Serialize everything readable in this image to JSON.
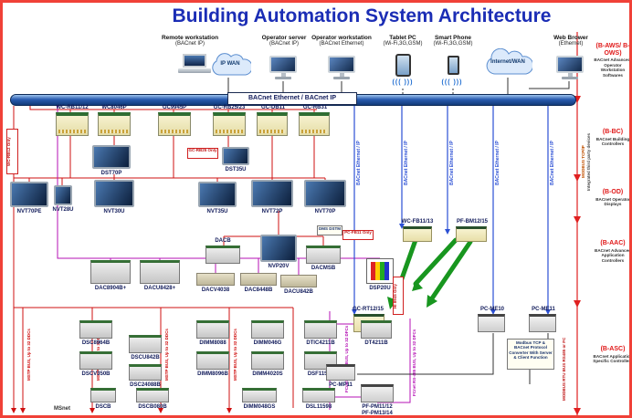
{
  "title": "Building Automation System Architecture",
  "top": {
    "remote_ws": "Remote workstation",
    "remote_ws_sub": "(BACnet IP)",
    "ip_wan": "IP WAN",
    "op_server": "Operator server",
    "op_server_sub": "(BACnet IP)",
    "op_ws": "Operator workstation",
    "op_ws_sub": "(BACnet Ethernet)",
    "tablet": "Tablet PC",
    "tablet_sub": "(Wi-Fi,3G,GSM)",
    "phone": "Smart Phone",
    "phone_sub": "(Wi-Fi,3G,GSM)",
    "internet": "Internet/WAN",
    "web": "Web Brower",
    "web_sub": "(Ethernet)",
    "wifi": "((( )))"
  },
  "bus_label": "BACnet Ethernet / BACnet IP",
  "right": {
    "sections": [
      {
        "code": "(B-AWS/ B-OWS)",
        "desc": "BACnet Advanced/ Operator Workstation Softwares"
      },
      {
        "code": "(B-BC)",
        "desc": "BACnet Building Controllers"
      },
      {
        "code": "(B-OD)",
        "desc": "BACnet Operator Displays"
      },
      {
        "code": "(B-AAC)",
        "desc": "BACnet Advanced Application Controllers"
      },
      {
        "code": "(B-ASC)",
        "desc": "BACnet Application Specific Controllers"
      }
    ],
    "modbus_tcp": "MODBUS TCP/IP",
    "third_party": "Integrated third party devices",
    "modbus_rtu": "MODBUS RTU BUS RS485 or FC"
  },
  "vlabels": {
    "bacnet_ip": "BACnet Ethernet / IP",
    "mstp": "MSTP BUS, Up to 32 DDCs",
    "fcnet": "FCnet RS-485 BUS, Up to 32 DFCs"
  },
  "bc": {
    "c0": "WC-RB11/12",
    "c1": "WC8046P",
    "c2": "GC9945P",
    "c3": "GC-RB25/23",
    "c4": "GC-DB11",
    "c5": "GC-RB31",
    "note_left": "WC-RB12 Only",
    "note_mid": "GC-RB25 Only",
    "dst70p": "DST70P",
    "dst35u": "DST35U"
  },
  "od": {
    "d0": "NVT70PE",
    "d1": "NVT28U",
    "d2": "NVT30U",
    "d3": "NVT35U",
    "d4": "NVT72P",
    "d5": "NVT70P"
  },
  "aac": {
    "dacb": "DACB",
    "nvp20v": "NVP20V",
    "dacmsb": "DACMSB",
    "dms": "DMS DSTM",
    "m0": "DAC8904B+",
    "m1": "DACU8428+",
    "m2": "DACV4038",
    "m3": "DAC8448B",
    "m4": "DACU842B",
    "dsp20u": "DSP20U",
    "wcfb": "WC-FB11/13",
    "pfbm": "PF-BM12/15",
    "note_pcfb": "PC-FB11 Only",
    "note_hi": "HI 8945 Only"
  },
  "asc": {
    "gcrt": "GC-RT12/15",
    "pcme10": "PC-ME10",
    "pcme11": "PC-ME11",
    "pcmp11": "PC-MP11",
    "r1c0": "DSC8964B",
    "r1c1": "DIMM8088",
    "r1c2": "DIMM046G",
    "r1c3": "DTIC4211B",
    "r1c4": "DT4211B",
    "dscu842b": "DSCU842B",
    "dsc24088b": "DSC24088B",
    "r2c0": "DSCV350B",
    "r2c1": "DIMM8096B",
    "r2c2": "DIMM4020S",
    "r2c3": "DSF11598",
    "r3c0": "DSCB",
    "r3c1": "DSCB080B",
    "r3c2": "DIMM048GS",
    "r3c3": "DSL11598",
    "pfpm1": "PF-PM11/12",
    "pfpm2": "PF-PM13/14",
    "msnet": "MSnet",
    "converter": "Modbus TCP & BACnet Protocol Converter With Server & Client Function"
  }
}
